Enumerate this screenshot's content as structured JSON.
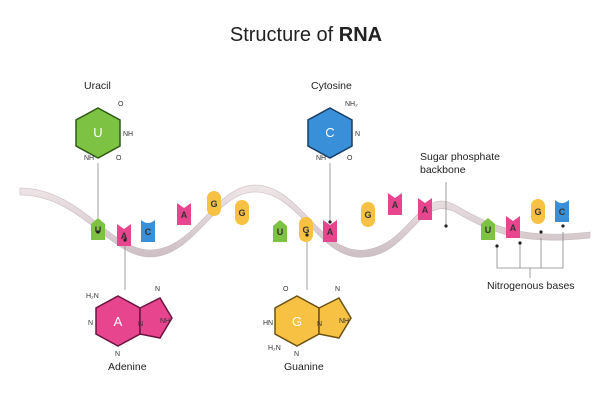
{
  "title": {
    "prefix": "Structure of ",
    "bold": "RNA"
  },
  "labels": {
    "uracil": "Uracil",
    "cytosine": "Cytosine",
    "adenine": "Adenine",
    "guanine": "Guanine",
    "backbone_line1": "Sugar phosphate",
    "backbone_line2": "backbone",
    "nitrogenous": "Nitrogenous bases"
  },
  "molecules": {
    "uracil": {
      "letter": "U",
      "color": "#7dc242",
      "atoms": [
        "O",
        "NH",
        "NH",
        "O"
      ]
    },
    "cytosine": {
      "letter": "C",
      "color": "#3a8fd9",
      "atoms": [
        "NH₂",
        "N",
        "NH",
        "O"
      ]
    },
    "adenine": {
      "letter": "A",
      "color": "#e8458f",
      "atoms": [
        "H₂N",
        "N",
        "N",
        "N",
        "NH",
        "N"
      ]
    },
    "guanine": {
      "letter": "G",
      "color": "#f7c244",
      "atoms": [
        "O",
        "N",
        "HN",
        "H₂N",
        "N",
        "NH",
        "N"
      ]
    }
  },
  "strand_bases": [
    "U",
    "A",
    "C",
    "A",
    "G",
    "G",
    "U",
    "G",
    "A",
    "G",
    "A",
    "A",
    "U",
    "A",
    "G",
    "C"
  ],
  "legend_bases": [
    "U",
    "A",
    "G",
    "C"
  ],
  "colors": {
    "U": "#7dc242",
    "A": "#e8458f",
    "G": "#f7c244",
    "C": "#3a8fd9",
    "backbone": "#ddd0d3"
  }
}
